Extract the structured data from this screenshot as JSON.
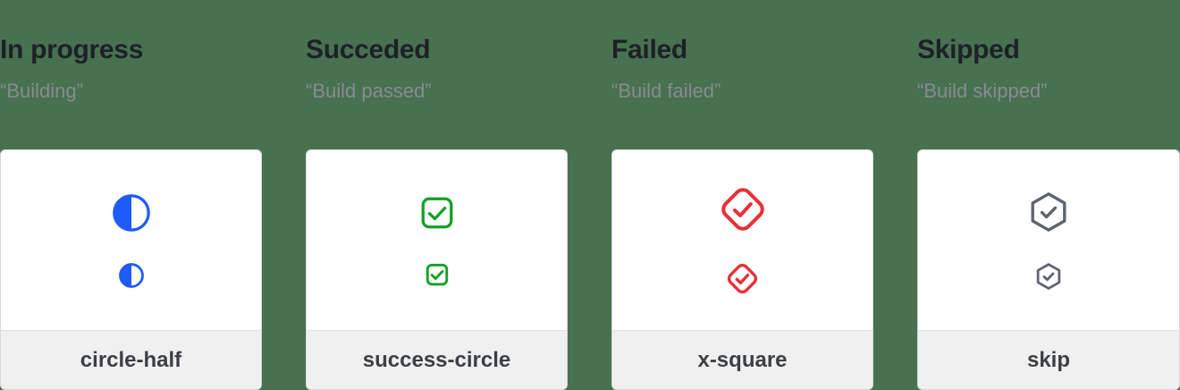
{
  "page": {
    "background_color": "#48714F",
    "card_background": "#FFFFFF",
    "card_border_color": "#D9D9D9",
    "footer_background": "#F0F0F0"
  },
  "columns": [
    {
      "title": "In progress",
      "subtitle": "“Building”",
      "icon": "circle-half-icon",
      "icon_color": "#1E5BFA",
      "label": "circle-half"
    },
    {
      "title": "Succeded",
      "subtitle": "“Build passed”",
      "icon": "check-square-icon",
      "icon_color": "#12A126",
      "label": "success-circle"
    },
    {
      "title": "Failed",
      "subtitle": "“Build failed”",
      "icon": "check-diamond-icon",
      "icon_color": "#E93037",
      "label": "x-square"
    },
    {
      "title": "Skipped",
      "subtitle": "“Build skipped”",
      "icon": "check-hexagon-icon",
      "icon_color": "#5E6470",
      "label": "skip"
    }
  ]
}
